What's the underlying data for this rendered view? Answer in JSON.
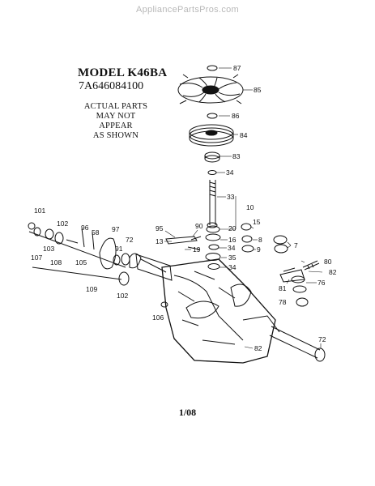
{
  "header": {
    "site": "AppliancePartsPros.com"
  },
  "diagram": {
    "model_line": "MODEL K46BA",
    "serial_line": "7A646084100",
    "note_lines": [
      "ACTUAL PARTS",
      "MAY NOT APPEAR",
      "AS SHOWN"
    ],
    "footer": "1/08",
    "callouts": [
      "87",
      "85",
      "86",
      "84",
      "83",
      "34",
      "33",
      "10",
      "15",
      "20",
      "16",
      "34",
      "8",
      "9",
      "7",
      "95",
      "90",
      "13",
      "19",
      "35",
      "34",
      "101",
      "102",
      "96",
      "58",
      "97",
      "72",
      "107",
      "103",
      "108",
      "105",
      "91",
      "109",
      "102",
      "106",
      "80",
      "82",
      "81",
      "76",
      "78",
      "82",
      "72"
    ]
  }
}
